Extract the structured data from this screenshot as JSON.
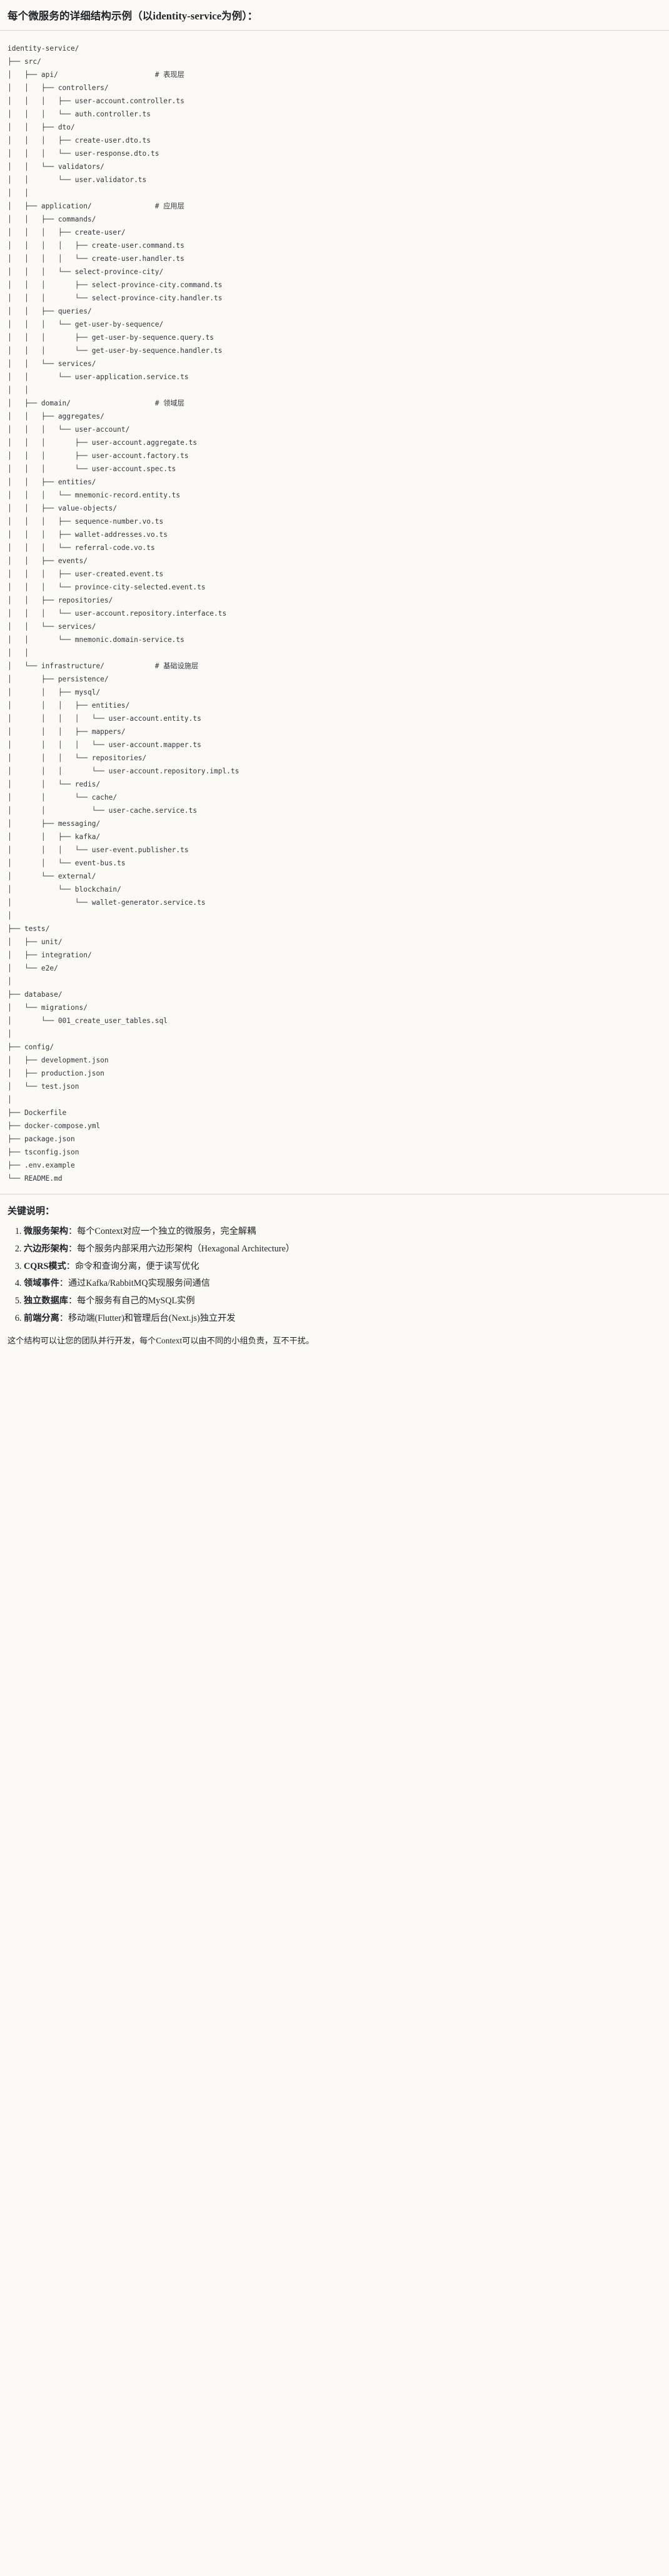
{
  "heading": "每个微服务的详细结构示例（以identity-service为例）：",
  "tree": {
    "text": "identity-service/\n├── src/\n│   ├── api/                       # 表现层\n│   │   ├── controllers/\n│   │   │   ├── user-account.controller.ts\n│   │   │   └── auth.controller.ts\n│   │   ├── dto/\n│   │   │   ├── create-user.dto.ts\n│   │   │   └── user-response.dto.ts\n│   │   └── validators/\n│   │       └── user.validator.ts\n│   │\n│   ├── application/               # 应用层\n│   │   ├── commands/\n│   │   │   ├── create-user/\n│   │   │   │   ├── create-user.command.ts\n│   │   │   │   └── create-user.handler.ts\n│   │   │   └── select-province-city/\n│   │   │       ├── select-province-city.command.ts\n│   │   │       └── select-province-city.handler.ts\n│   │   ├── queries/\n│   │   │   └── get-user-by-sequence/\n│   │   │       ├── get-user-by-sequence.query.ts\n│   │   │       └── get-user-by-sequence.handler.ts\n│   │   └── services/\n│   │       └── user-application.service.ts\n│   │\n│   ├── domain/                    # 领域层\n│   │   ├── aggregates/\n│   │   │   └── user-account/\n│   │   │       ├── user-account.aggregate.ts\n│   │   │       ├── user-account.factory.ts\n│   │   │       └── user-account.spec.ts\n│   │   ├── entities/\n│   │   │   └── mnemonic-record.entity.ts\n│   │   ├── value-objects/\n│   │   │   ├── sequence-number.vo.ts\n│   │   │   ├── wallet-addresses.vo.ts\n│   │   │   └── referral-code.vo.ts\n│   │   ├── events/\n│   │   │   ├── user-created.event.ts\n│   │   │   └── province-city-selected.event.ts\n│   │   ├── repositories/\n│   │   │   └── user-account.repository.interface.ts\n│   │   └── services/\n│   │       └── mnemonic.domain-service.ts\n│   │\n│   └── infrastructure/            # 基础设施层\n│       ├── persistence/\n│       │   ├── mysql/\n│       │   │   ├── entities/\n│       │   │   │   └── user-account.entity.ts\n│       │   │   ├── mappers/\n│       │   │   │   └── user-account.mapper.ts\n│       │   │   └── repositories/\n│       │   │       └── user-account.repository.impl.ts\n│       │   └── redis/\n│       │       └── cache/\n│       │           └── user-cache.service.ts\n│       ├── messaging/\n│       │   ├── kafka/\n│       │   │   └── user-event.publisher.ts\n│       │   └── event-bus.ts\n│       └── external/\n│           └── blockchain/\n│               └── wallet-generator.service.ts\n│\n├── tests/\n│   ├── unit/\n│   ├── integration/\n│   └── e2e/\n│\n├── database/\n│   └── migrations/\n│       └── 001_create_user_tables.sql\n│\n├── config/\n│   ├── development.json\n│   ├── production.json\n│   └── test.json\n│\n├── Dockerfile\n├── docker-compose.yml\n├── package.json\n├── tsconfig.json\n├── .env.example\n└── README.md"
  },
  "keypoints": {
    "title": "关键说明：",
    "items": [
      {
        "label": "微服务架构",
        "text": "：每个Context对应一个独立的微服务，完全解耦"
      },
      {
        "label": "六边形架构",
        "text": "：每个服务内部采用六边形架构（Hexagonal Architecture）"
      },
      {
        "label": "CQRS模式",
        "text": "：命令和查询分离，便于读写优化"
      },
      {
        "label": "领域事件",
        "text": "：通过Kafka/RabbitMQ实现服务间通信"
      },
      {
        "label": "独立数据库",
        "text": "：每个服务有自己的MySQL实例"
      },
      {
        "label": "前端分离",
        "text": "：移动端(Flutter)和管理后台(Next.js)独立开发"
      }
    ],
    "footer": "这个结构可以让您的团队并行开发，每个Context可以由不同的小组负责，互不干扰。"
  }
}
